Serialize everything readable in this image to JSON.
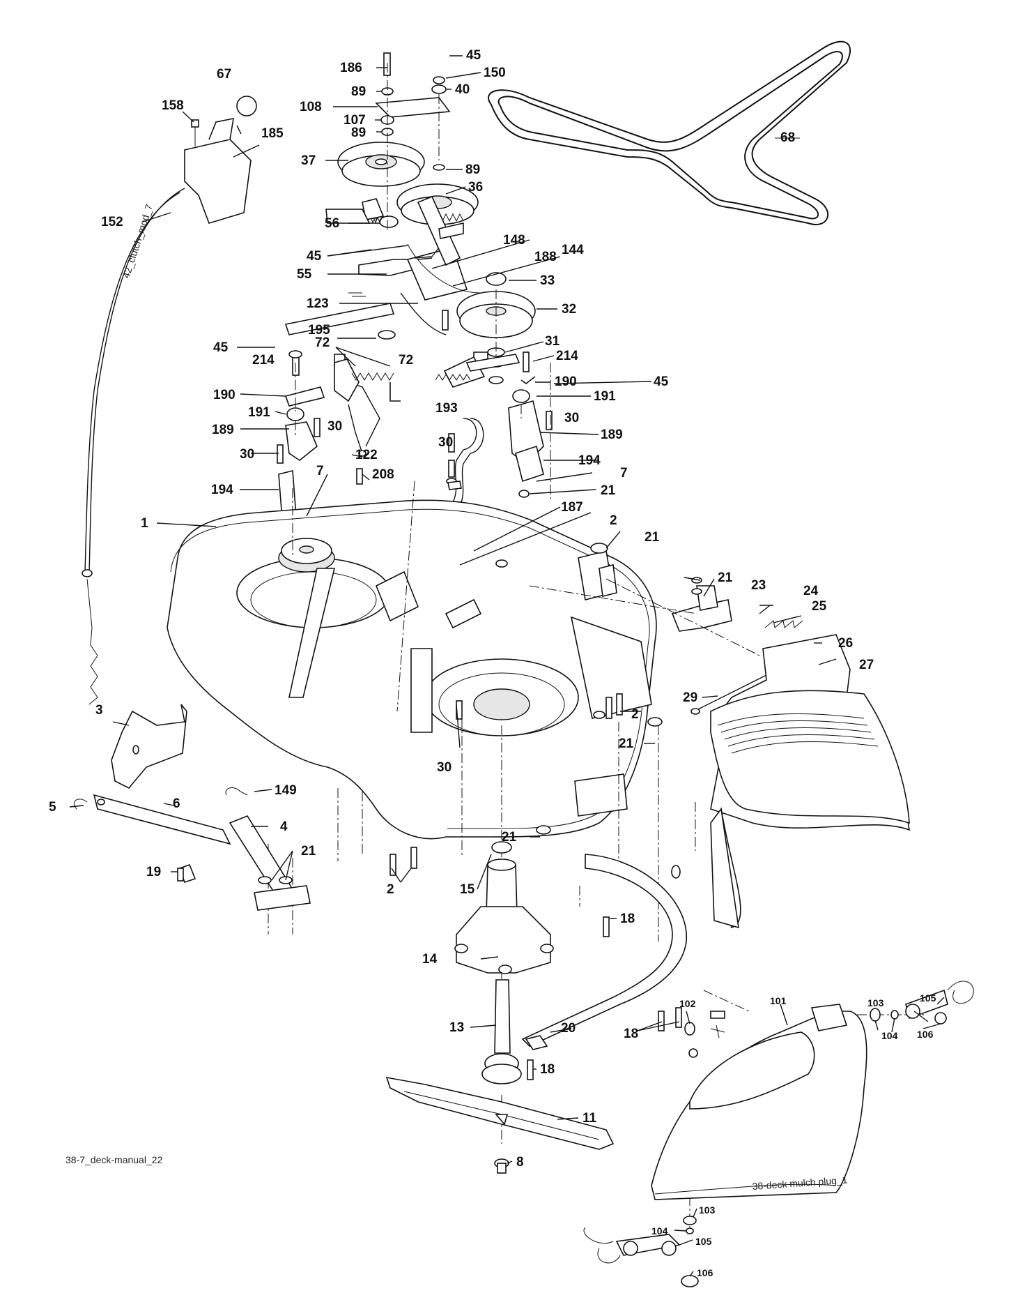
{
  "caption_main": "38-7_deck-manual_22",
  "caption_plug": "38-deck mulch plug_1",
  "caption_cable": "42_clutch_mod_7",
  "part_labels": {
    "p1": "1",
    "p2a": "2",
    "p2b": "2",
    "p2c": "2",
    "p3": "3",
    "p4": "4",
    "p5": "5",
    "p6": "6",
    "p7a": "7",
    "p7b": "7",
    "p8": "8",
    "p11": "11",
    "p13": "13",
    "p14": "14",
    "p15": "15",
    "p18a": "18",
    "p18b": "18",
    "p18c": "18",
    "p19": "19",
    "p20": "20",
    "p21a": "21",
    "p21b": "21",
    "p21c": "21",
    "p21d": "21",
    "p21e": "21",
    "p21f": "21",
    "p23": "23",
    "p24": "24",
    "p25": "25",
    "p26": "26",
    "p27": "27",
    "p29": "29",
    "p30a": "30",
    "p30b": "30",
    "p30c": "30",
    "p30d": "30",
    "p30e": "30",
    "p31": "31",
    "p32": "32",
    "p33": "33",
    "p36": "36",
    "p37": "37",
    "p40": "40",
    "p45a": "45",
    "p45b": "45",
    "p45c": "45",
    "p45d": "45",
    "p55": "55",
    "p56": "56",
    "p67": "67",
    "p68": "68",
    "p72a": "72",
    "p72b": "72",
    "p89a": "89",
    "p89b": "89",
    "p89c": "89",
    "p101": "101",
    "p102": "102",
    "p103a": "103",
    "p103b": "103",
    "p104a": "104",
    "p104b": "104",
    "p105a": "105",
    "p105b": "105",
    "p106a": "106",
    "p106b": "106",
    "p107": "107",
    "p108": "108",
    "p122": "122",
    "p123": "123",
    "p144": "144",
    "p148": "148",
    "p149": "149",
    "p150": "150",
    "p152": "152",
    "p158": "158",
    "p185": "185",
    "p186": "186",
    "p187": "187",
    "p188": "188",
    "p189a": "189",
    "p189b": "189",
    "p190a": "190",
    "p190b": "190",
    "p191a": "191",
    "p191b": "191",
    "p193": "193",
    "p194a": "194",
    "p194b": "194",
    "p195": "195",
    "p208": "208",
    "p214a": "214",
    "p214b": "214"
  }
}
